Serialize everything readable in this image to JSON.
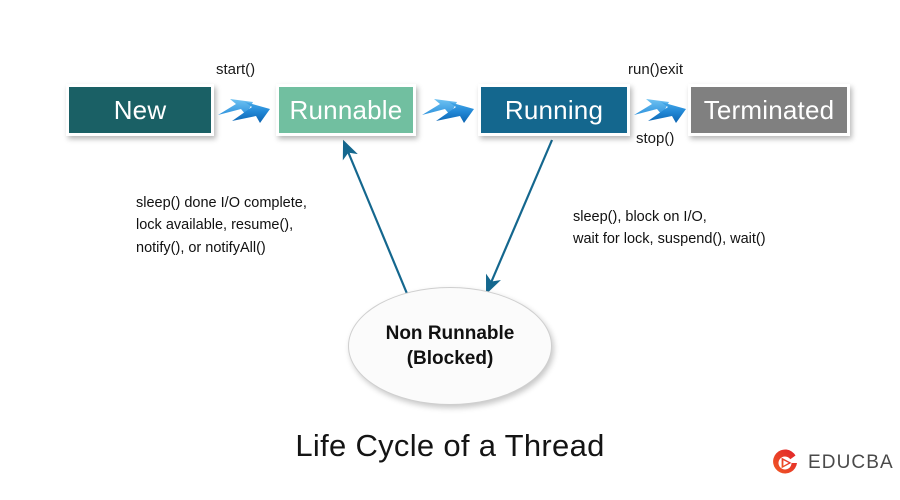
{
  "diagram": {
    "title": "Life Cycle of a Thread",
    "states": [
      {
        "id": "new",
        "label": "New",
        "color": "#1a6065"
      },
      {
        "id": "runnable",
        "label": "Runnable",
        "color": "#71bfa0"
      },
      {
        "id": "running",
        "label": "Running",
        "color": "#14678e"
      },
      {
        "id": "terminated",
        "label": "Terminated",
        "color": "#808080"
      }
    ],
    "transitions": {
      "start": "start()",
      "run_exit": "run()exit",
      "stop": "stop()"
    },
    "notes": {
      "left": "sleep() done I/O complete,\nlock available, resume(),\nnotify(), or notifyAll()",
      "right": "sleep(), block on I/O,\nwait for lock, suspend(), wait()"
    },
    "blocked_node": {
      "line1": "Non Runnable",
      "line2": "(Blocked)"
    },
    "colors": {
      "arrow_blue": "#1f7fc4",
      "connector_blue": "#14678e",
      "logo_red": "#e8332a",
      "logo_orange": "#f05a28"
    }
  },
  "branding": {
    "name": "EDUCBA"
  }
}
